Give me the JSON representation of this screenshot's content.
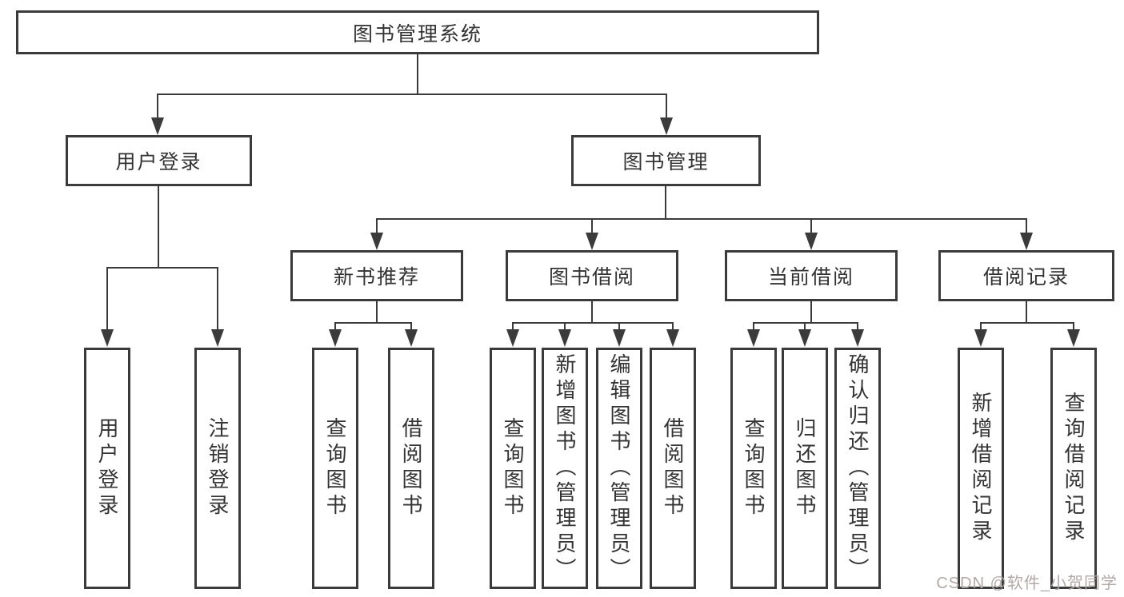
{
  "diagram": {
    "root": {
      "label": "图书管理系统",
      "children": [
        {
          "label": "用户登录",
          "children": [
            {
              "label": "用户登录"
            },
            {
              "label": "注销登录"
            }
          ]
        },
        {
          "label": "图书管理",
          "children": [
            {
              "label": "新书推荐",
              "children": [
                {
                  "label": "查询图书"
                },
                {
                  "label": "借阅图书"
                }
              ]
            },
            {
              "label": "图书借阅",
              "children": [
                {
                  "label": "查询图书"
                },
                {
                  "label": "新增图书（管理员）"
                },
                {
                  "label": "编辑图书（管理员）"
                },
                {
                  "label": "借阅图书"
                }
              ]
            },
            {
              "label": "当前借阅",
              "children": [
                {
                  "label": "查询图书"
                },
                {
                  "label": "归还图书"
                },
                {
                  "label": "确认归还（管理员）"
                }
              ]
            },
            {
              "label": "借阅记录",
              "children": [
                {
                  "label": "新增借阅记录"
                },
                {
                  "label": "查询借阅记录"
                }
              ]
            }
          ]
        }
      ]
    }
  },
  "watermark": {
    "text": "CSDN @软件_小贺同学"
  },
  "colors": {
    "line": "#3b3b3b",
    "text": "#333333",
    "background": "#ffffff",
    "watermark": "#b3a8a8"
  }
}
